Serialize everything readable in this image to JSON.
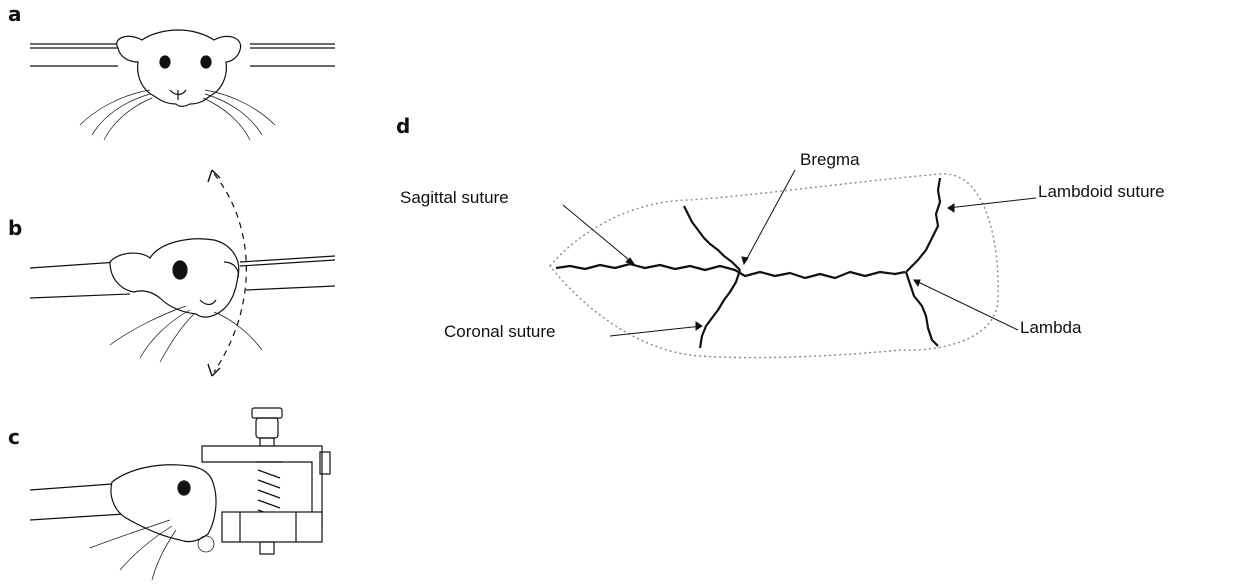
{
  "panels": {
    "a": "a",
    "b": "b",
    "c": "c",
    "d": "d"
  },
  "skull_labels": {
    "sagittal": "Sagittal suture",
    "bregma": "Bregma",
    "lambdoid": "Lambdoid suture",
    "coronal": "Coronal suture",
    "lambda": "Lambda"
  },
  "colors": {
    "ink": "#111111",
    "outline": "#888888"
  }
}
